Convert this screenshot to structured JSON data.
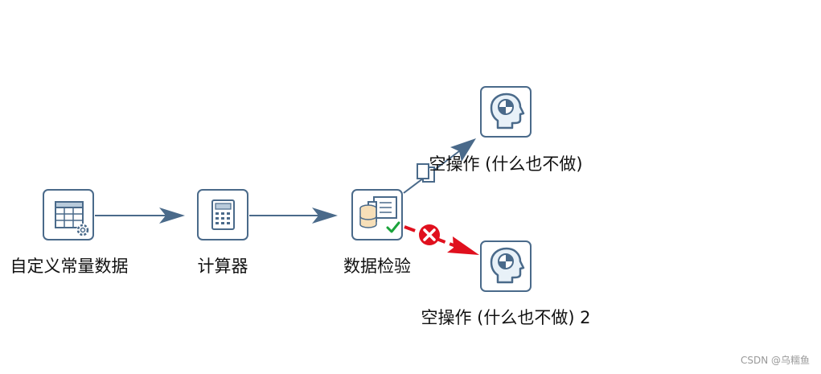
{
  "nodes": {
    "custom_constants": {
      "label": "自定义常量数据",
      "icon": "table-gear-icon"
    },
    "calculator": {
      "label": "计算器",
      "icon": "calculator-icon"
    },
    "data_validator": {
      "label": "数据检验",
      "icon": "data-validator-icon"
    },
    "dummy_1": {
      "label": "空操作 (什么也不做)",
      "icon": "head-icon"
    },
    "dummy_2": {
      "label": "空操作 (什么也不做) 2",
      "icon": "head-icon"
    }
  },
  "hops": [
    {
      "from": "custom_constants",
      "to": "calculator",
      "type": "normal"
    },
    {
      "from": "calculator",
      "to": "data_validator",
      "type": "normal"
    },
    {
      "from": "data_validator",
      "to": "dummy_1",
      "type": "copy"
    },
    {
      "from": "data_validator",
      "to": "dummy_2",
      "type": "error"
    }
  ],
  "colors": {
    "node_border": "#4a6a8a",
    "hop": "#4a6a8a",
    "error_hop": "#e0101e",
    "check": "#1aa33a"
  },
  "watermark": "CSDN @乌糯鱼"
}
